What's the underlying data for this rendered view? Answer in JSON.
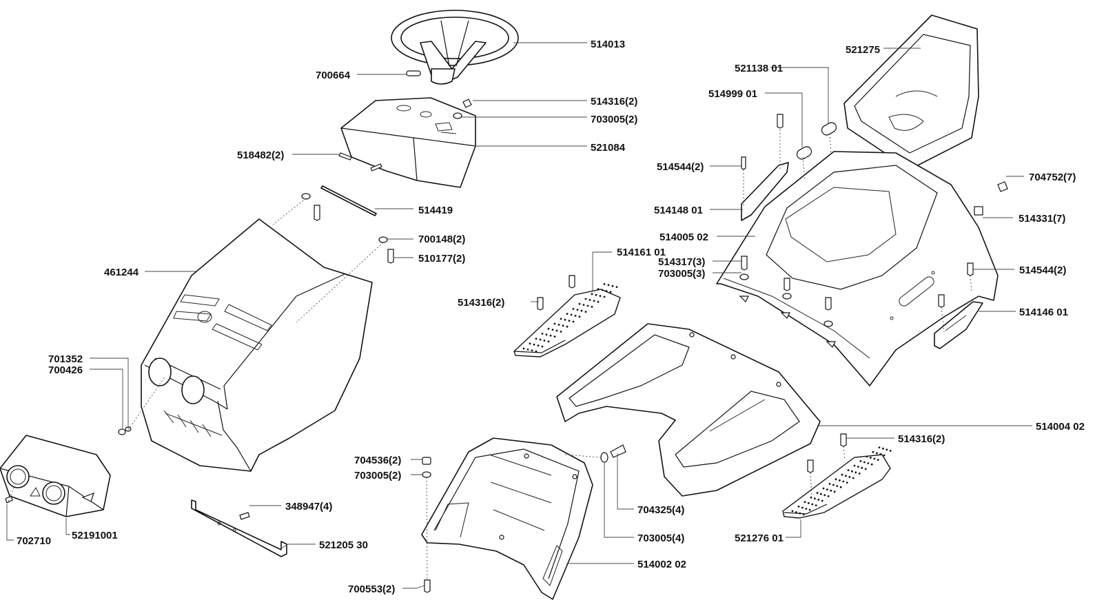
{
  "parts": {
    "p514013": "514013",
    "p700664": "700664",
    "p514316_top": "514316(2)",
    "p703005_top": "703005(2)",
    "p518482": "518482(2)",
    "p521084": "521084",
    "p514419": "514419",
    "p700148": "700148(2)",
    "p510177": "510177(2)",
    "p461244": "461244",
    "p701352": "701352",
    "p700426": "700426",
    "p702710": "702710",
    "p52191001": "52191001",
    "p348947": "348947(4)",
    "p521205": "521205 30",
    "p521275": "521275",
    "p521138": "521138 01",
    "p514999": "514999 01",
    "p514544_left": "514544(2)",
    "p514148": "514148 01",
    "p704752": "704752(7)",
    "p514331": "514331(7)",
    "p514005": "514005 02",
    "p514161": "514161 01",
    "p514317": "514317(3)",
    "p703005_mid": "703005(3)",
    "p514316_mid": "514316(2)",
    "p514544_right": "514544(2)",
    "p514146": "514146 01",
    "p514004": "514004 02",
    "p514316_bot": "514316(2)",
    "p704536": "704536(2)",
    "p703005_bot": "703005(2)",
    "p704325": "704325(4)",
    "p703005_four": "703005(4)",
    "p521276": "521276 01",
    "p514002": "514002 02",
    "p700553": "700553(2)"
  }
}
